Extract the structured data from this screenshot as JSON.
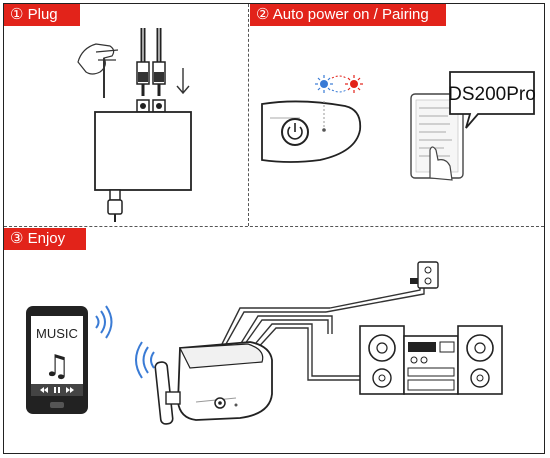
{
  "steps": [
    {
      "label": "① Plug"
    },
    {
      "label": "② Auto power on / Pairing"
    },
    {
      "label": "③ Enjoy"
    }
  ],
  "pairing": {
    "device_name": "DS200Pro"
  },
  "phone": {
    "app_label": "MUSIC",
    "note_glyph": "♫"
  },
  "colors": {
    "accent": "#e2231a",
    "led_blue": "#3a7bd5",
    "led_red": "#e2231a"
  }
}
